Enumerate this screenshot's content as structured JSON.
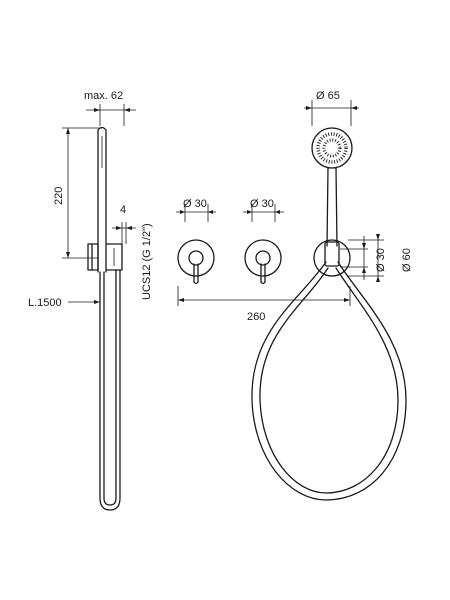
{
  "dimensions": {
    "max_width": "max. 62",
    "height": "220",
    "offset": "4",
    "hose_length": "L.1500",
    "connection": "UCS12 (G 1/2\")",
    "left_knob_dia": "Ø 30",
    "mid_knob_dia": "Ø 30",
    "handset_dia": "Ø 65",
    "span": "260",
    "outlet_inner_dia": "Ø 30",
    "outlet_outer_dia": "Ø 60"
  }
}
